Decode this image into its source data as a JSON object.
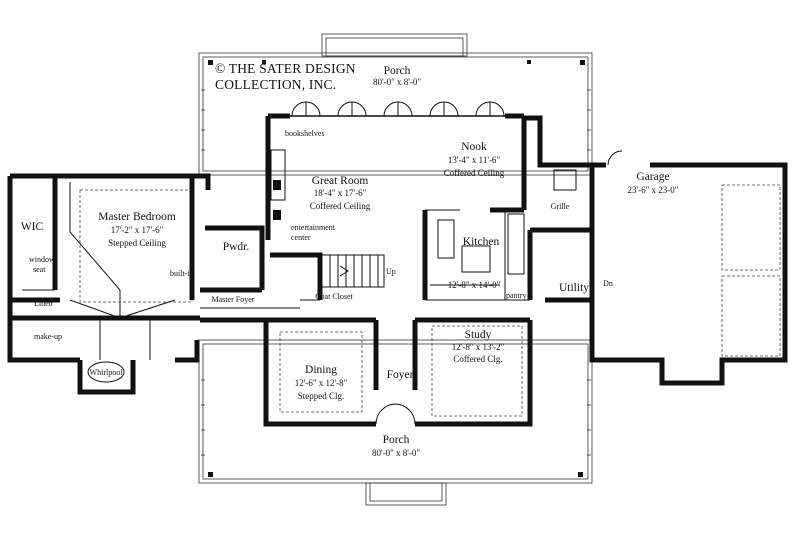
{
  "copyright": {
    "line1": "© THE SATER DESIGN",
    "line2": "COLLECTION, INC."
  },
  "rooms": {
    "porch_rear": {
      "name": "Porch",
      "size": "80'-0\" x 8'-0\""
    },
    "nook": {
      "name": "Nook",
      "size": "13'-4\" x 11'-6\"",
      "ceiling": "Coffered Ceiling"
    },
    "great_room": {
      "name": "Great Room",
      "size": "18'-4\" x 17'-6\"",
      "ceiling": "Coffered Ceiling"
    },
    "master_bedroom": {
      "name": "Master Bedroom",
      "size": "17'-2\" x 17'-6\"",
      "ceiling": "Stepped Ceiling"
    },
    "garage": {
      "name": "Garage",
      "size": "23'-6\" x 23-0\""
    },
    "kitchen": {
      "name": "Kitchen",
      "size": "12'-8\" x 14'-0\""
    },
    "utility": {
      "name": "Utility"
    },
    "powder": {
      "name": "Pwdr."
    },
    "wic": {
      "name": "WIC"
    },
    "dining": {
      "name": "Dining",
      "size": "12'-6\" x 12'-8\"",
      "ceiling": "Stepped Clg."
    },
    "study": {
      "name": "Study",
      "size": "12'-8\" x 13'-2\"",
      "ceiling": "Coffered Clg."
    },
    "foyer": {
      "name": "Foyer"
    },
    "porch_front": {
      "name": "Porch",
      "size": "80'-0\" x 8'-0\""
    },
    "whirlpool": {
      "name": "Whirlpool"
    }
  },
  "notes": {
    "bookshelves": "bookshelves",
    "entertainment_1": "entertainment",
    "entertainment_2": "center",
    "builtin": "built-in",
    "window_seat_1": "window",
    "window_seat_2": "seat",
    "linen": "Linen",
    "makeup": "make-up",
    "master_foyer": "Master Foyer",
    "coat_closet": "Coat Closet",
    "up": "Up",
    "pantry": "pantry",
    "grille": "Grille",
    "down": "Dn"
  }
}
